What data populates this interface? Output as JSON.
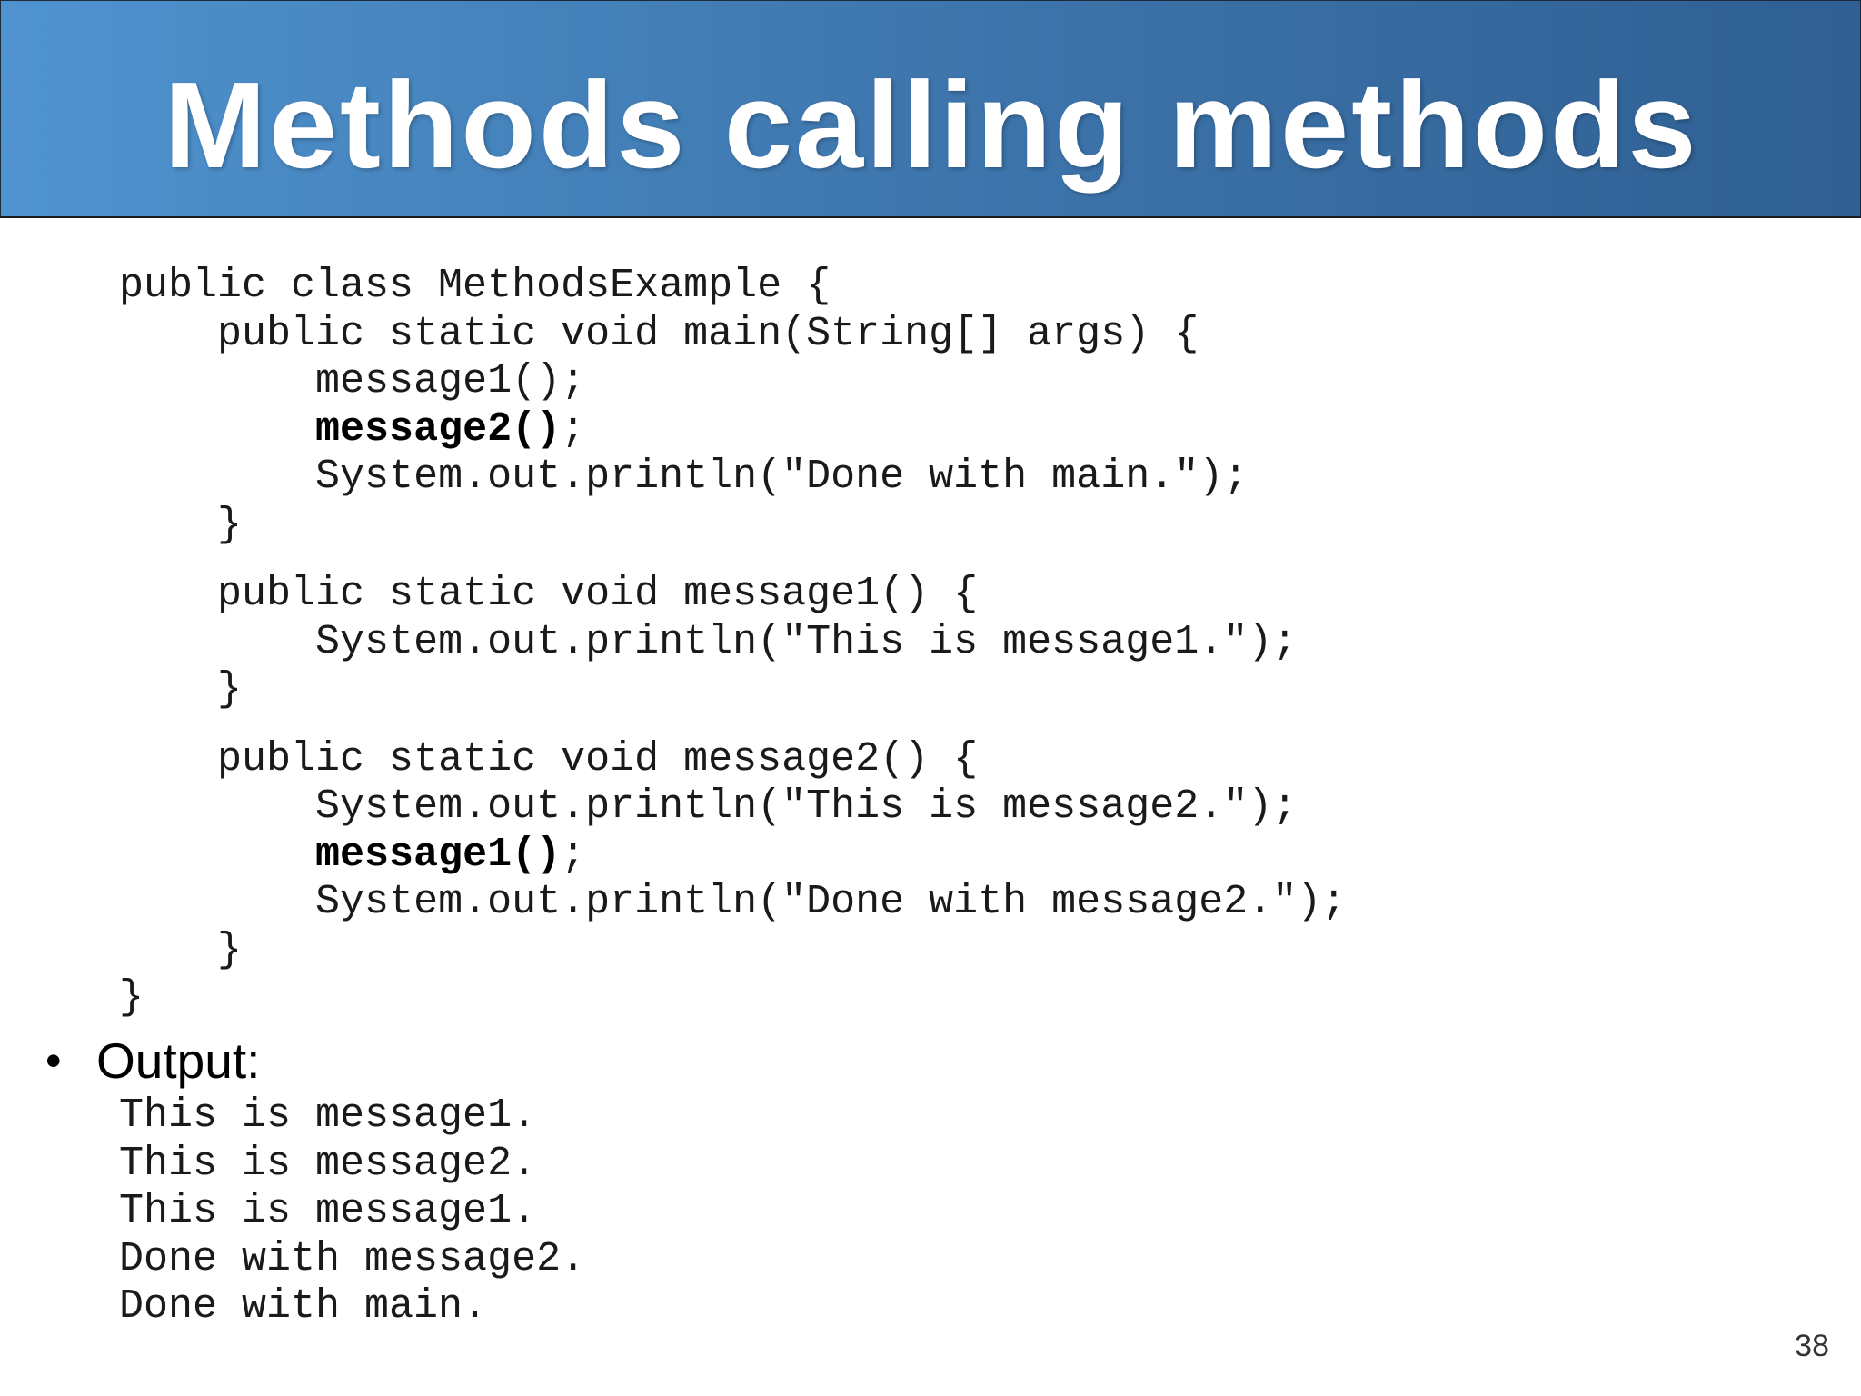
{
  "slide": {
    "title": "Methods calling methods",
    "page_number": "38"
  },
  "code_lines": [
    {
      "indent": "",
      "text": "public class MethodsExample {",
      "bold": ""
    },
    {
      "indent": "    ",
      "text": "public static void main(String[] args) {",
      "bold": ""
    },
    {
      "indent": "        ",
      "text": "message1();",
      "bold": ""
    },
    {
      "indent": "        ",
      "text": ";",
      "bold": "message2()"
    },
    {
      "indent": "        ",
      "text": "System.out.println(\"Done with main.\");",
      "bold": ""
    },
    {
      "indent": "    ",
      "text": "}",
      "bold": ""
    },
    {
      "indent": "    ",
      "text": "public static void message1() {",
      "bold": ""
    },
    {
      "indent": "        ",
      "text": "System.out.println(\"This is message1.\");",
      "bold": ""
    },
    {
      "indent": "    ",
      "text": "}",
      "bold": ""
    },
    {
      "indent": "    ",
      "text": "public static void message2() {",
      "bold": ""
    },
    {
      "indent": "        ",
      "text": "System.out.println(\"This is message2.\");",
      "bold": ""
    },
    {
      "indent": "        ",
      "text": ";",
      "bold": "message1()"
    },
    {
      "indent": "        ",
      "text": "System.out.println(\"Done with message2.\");",
      "bold": ""
    },
    {
      "indent": "    ",
      "text": "}",
      "bold": ""
    },
    {
      "indent": "",
      "text": "}",
      "bold": ""
    }
  ],
  "output_section": {
    "bullet": "•",
    "label": "Output:",
    "lines": [
      "This is message1.",
      "This is message2.",
      "This is message1.",
      "Done with message2.",
      "Done with main."
    ]
  }
}
